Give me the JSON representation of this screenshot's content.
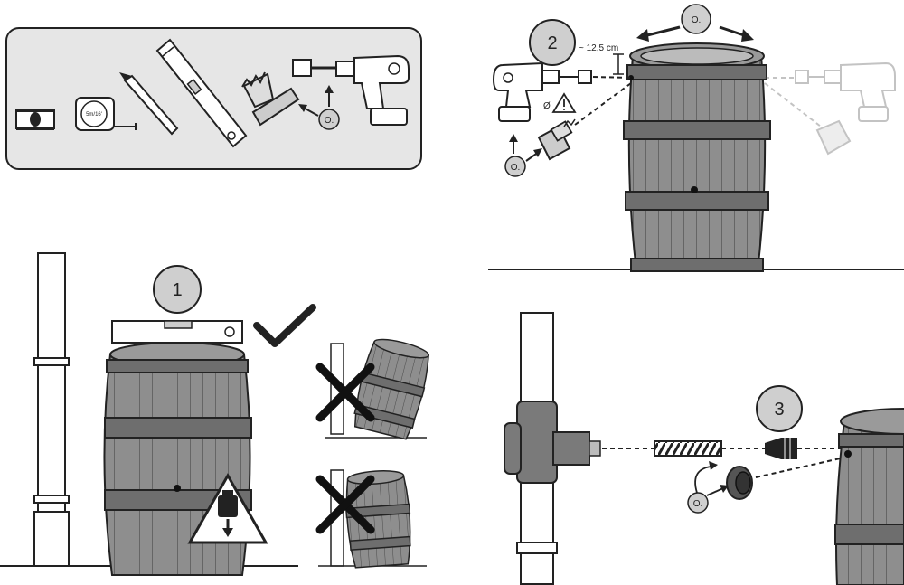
{
  "steps": [
    {
      "number": "1"
    },
    {
      "number": "2"
    },
    {
      "number": "3"
    }
  ],
  "tool_panel": {
    "tape_label": "5m/16'",
    "small_circle_label": "O."
  },
  "step1": {
    "correct_mark": "check",
    "wrong_marks": [
      "cross",
      "cross"
    ]
  },
  "step2": {
    "rotate_label": "O.",
    "distance_label": "~ 12,5 cm",
    "diameter_label": "Ø",
    "small_circle_label": "O."
  },
  "step3": {
    "small_circle_label": "O."
  },
  "colors": {
    "panel_bg": "#e6e6e6",
    "barrel_wood": "#8a8a8a",
    "barrel_hoop": "#6e6e6e",
    "outline": "#1a1a1a",
    "circle_fill": "#cfcfcf"
  }
}
